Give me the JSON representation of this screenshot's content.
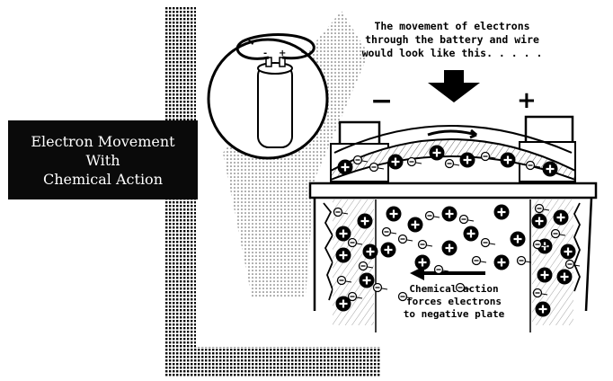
{
  "title": {
    "lines": [
      "Electron Movement",
      "With",
      "Chemical Action"
    ]
  },
  "captions": {
    "top": [
      "The movement of electrons",
      "through the battery and wire",
      "would look like this. . . . ."
    ],
    "bottom": [
      "Chemical action",
      "forces electrons",
      "to negative plate"
    ]
  },
  "terminals": {
    "negative": "−",
    "positive": "+"
  },
  "colors": {
    "ink": "#000000",
    "background": "#ffffff",
    "title_fill": "#0a0a0a"
  },
  "icons": [
    "battery-inset-icon",
    "down-arrow-icon",
    "electron-flow-arrow-icon",
    "chemical-action-arrow-icon"
  ]
}
